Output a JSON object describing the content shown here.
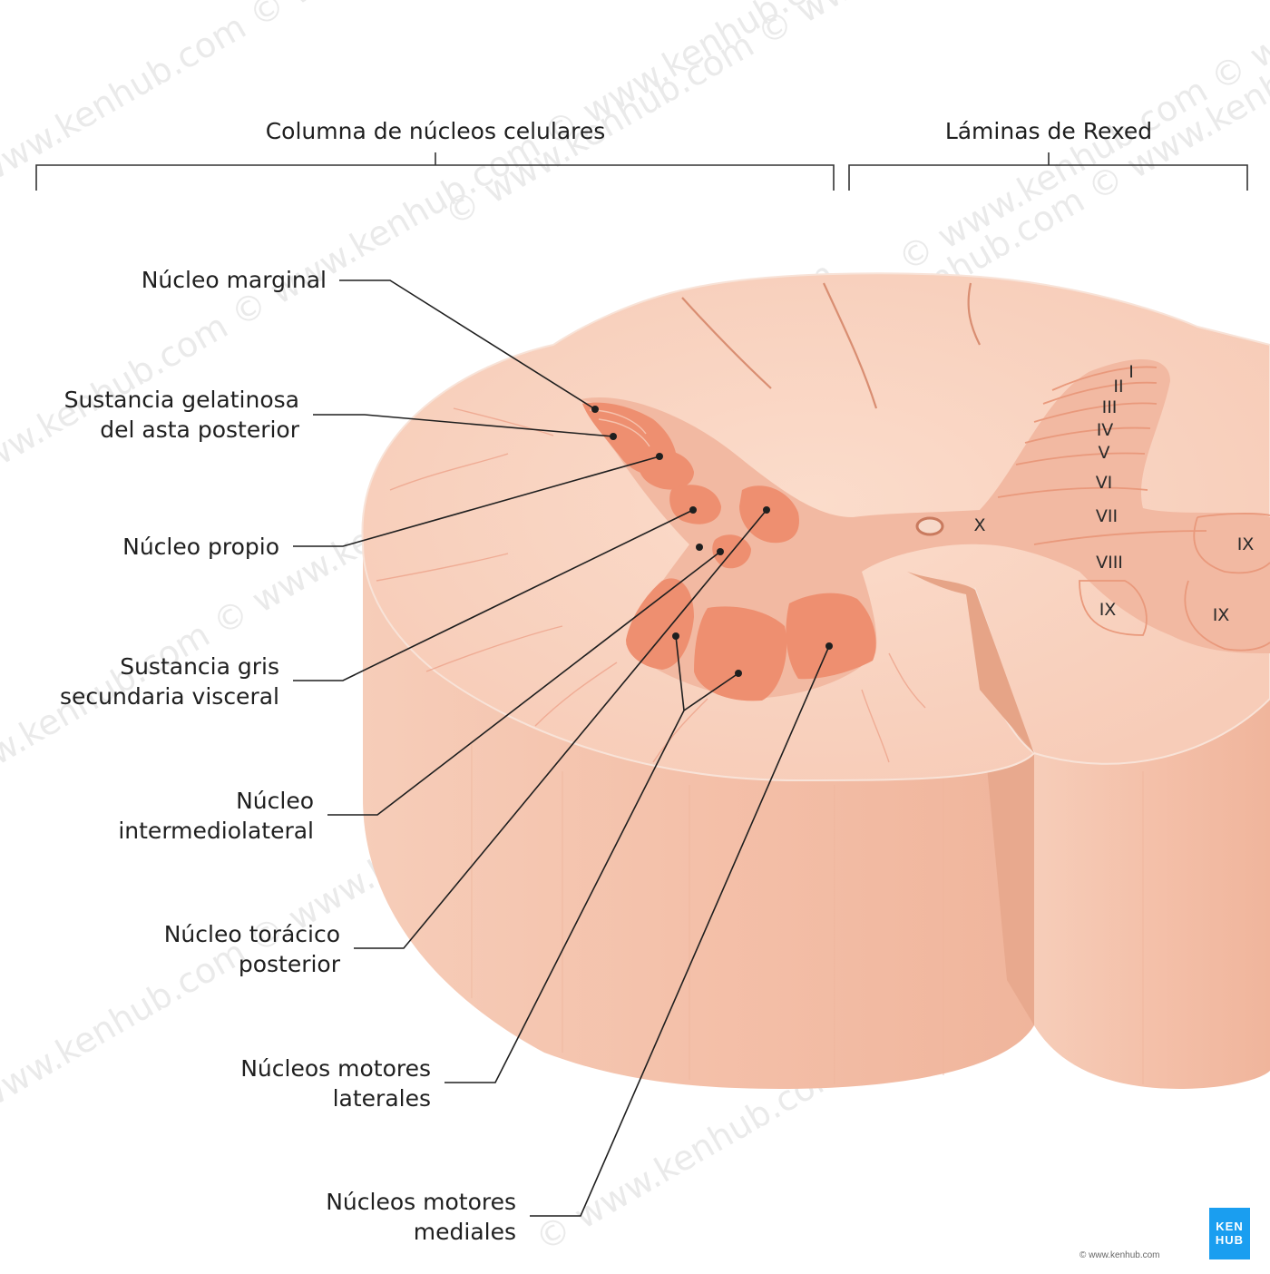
{
  "headers": {
    "left": "Columna de núcleos celulares",
    "right": "Láminas de Rexed"
  },
  "labels": {
    "marginal": "Núcleo marginal",
    "gelatinosa_1": "Sustancia gelatinosa",
    "gelatinosa_2": "del asta posterior",
    "propio": "Núcleo propio",
    "visceral_1": "Sustancia gris",
    "visceral_2": "secundaria visceral",
    "intermedio_1": "Núcleo",
    "intermedio_2": "intermediolateral",
    "toracico_1": "Núcleo torácico",
    "toracico_2": "posterior",
    "lateral_1": "Núcleos motores",
    "lateral_2": "laterales",
    "medial_1": "Núcleos motores",
    "medial_2": "mediales"
  },
  "laminae": {
    "l1": "I",
    "l2": "II",
    "l3": "III",
    "l4": "IV",
    "l5": "V",
    "l6": "VI",
    "l7": "VII",
    "l8": "VIII",
    "l9a": "IX",
    "l9b": "IX",
    "l9c": "IX",
    "l10": "X"
  },
  "watermark": "© www.kenhub.com",
  "logo": {
    "line1": "KEN",
    "line2": "HUB"
  },
  "copyright": "© www.kenhub.com",
  "colors": {
    "white_matter": "#f9d3c1",
    "white_matter_side": "#f4c2ac",
    "gray_matter": "#f2b9a2",
    "nucleus": "#ee8f70",
    "lamina_line": "#e9997c",
    "logo": "#1a9ef0"
  }
}
